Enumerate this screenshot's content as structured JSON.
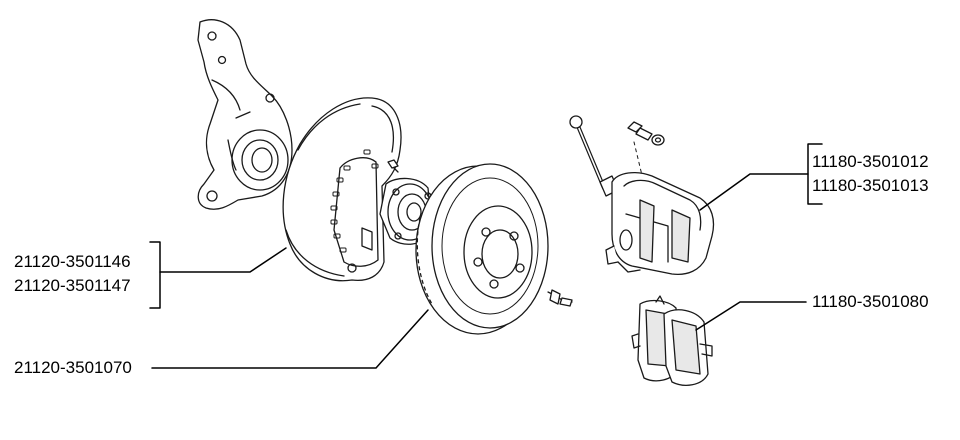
{
  "callouts": {
    "dust_shield": [
      "21120-3501146",
      "21120-3501147"
    ],
    "brake_disc": "21120-3501070",
    "caliper": [
      "11180-3501012",
      "11180-3501013"
    ],
    "brake_pads": "11180-3501080"
  },
  "colors": {
    "line": "#000000",
    "stroke": "#1a1a1a",
    "fill": "#ffffff",
    "shade": "#e8e8e8"
  }
}
